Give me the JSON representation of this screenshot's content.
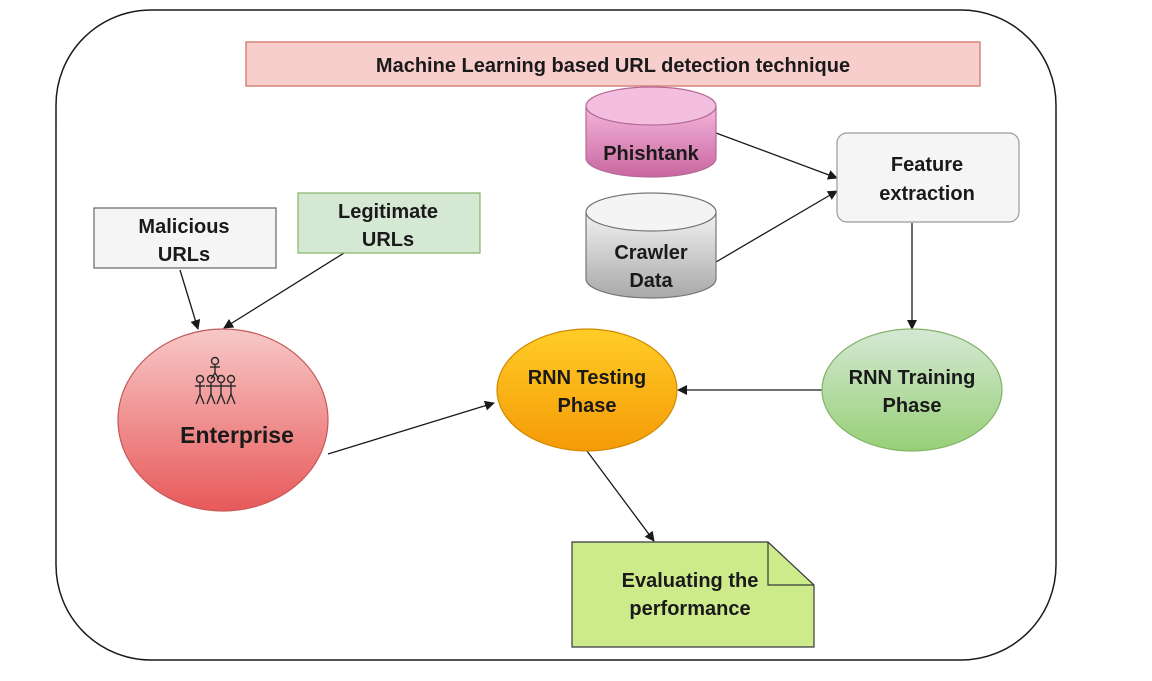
{
  "title": "Machine Learning based URL detection technique",
  "nodes": {
    "phishtank": "Phishtank",
    "crawler": [
      "Crawler",
      "Data"
    ],
    "feature": [
      "Feature",
      "extraction"
    ],
    "malicious": [
      "Malicious",
      "URLs"
    ],
    "legitimate": [
      "Legitimate",
      "URLs"
    ],
    "enterprise": "Enterprise",
    "testing": [
      "RNN Testing",
      "Phase"
    ],
    "training": [
      "RNN Training",
      "Phase"
    ],
    "evaluating": [
      "Evaluating the",
      "performance"
    ]
  },
  "colors": {
    "title_fill": "#f8cecc",
    "title_stroke": "#d9837f",
    "phishtank_top": "#f4b6dc",
    "phishtank_bottom": "#c9669f",
    "crawler_top": "#f2f2f2",
    "crawler_bottom": "#a8a8a8",
    "feature_fill": "#f5f5f5",
    "legit_fill": "#d5e8d4",
    "legit_stroke": "#82b366",
    "enterprise_top": "#f7c8c7",
    "enterprise_bottom": "#e8595a",
    "testing_top": "#ffcd28",
    "testing_bottom": "#f59a06",
    "training_top": "#d5e8d4",
    "training_bottom": "#97d077",
    "eval_fill": "#cdeb8b",
    "eval_stroke": "#36393d"
  }
}
